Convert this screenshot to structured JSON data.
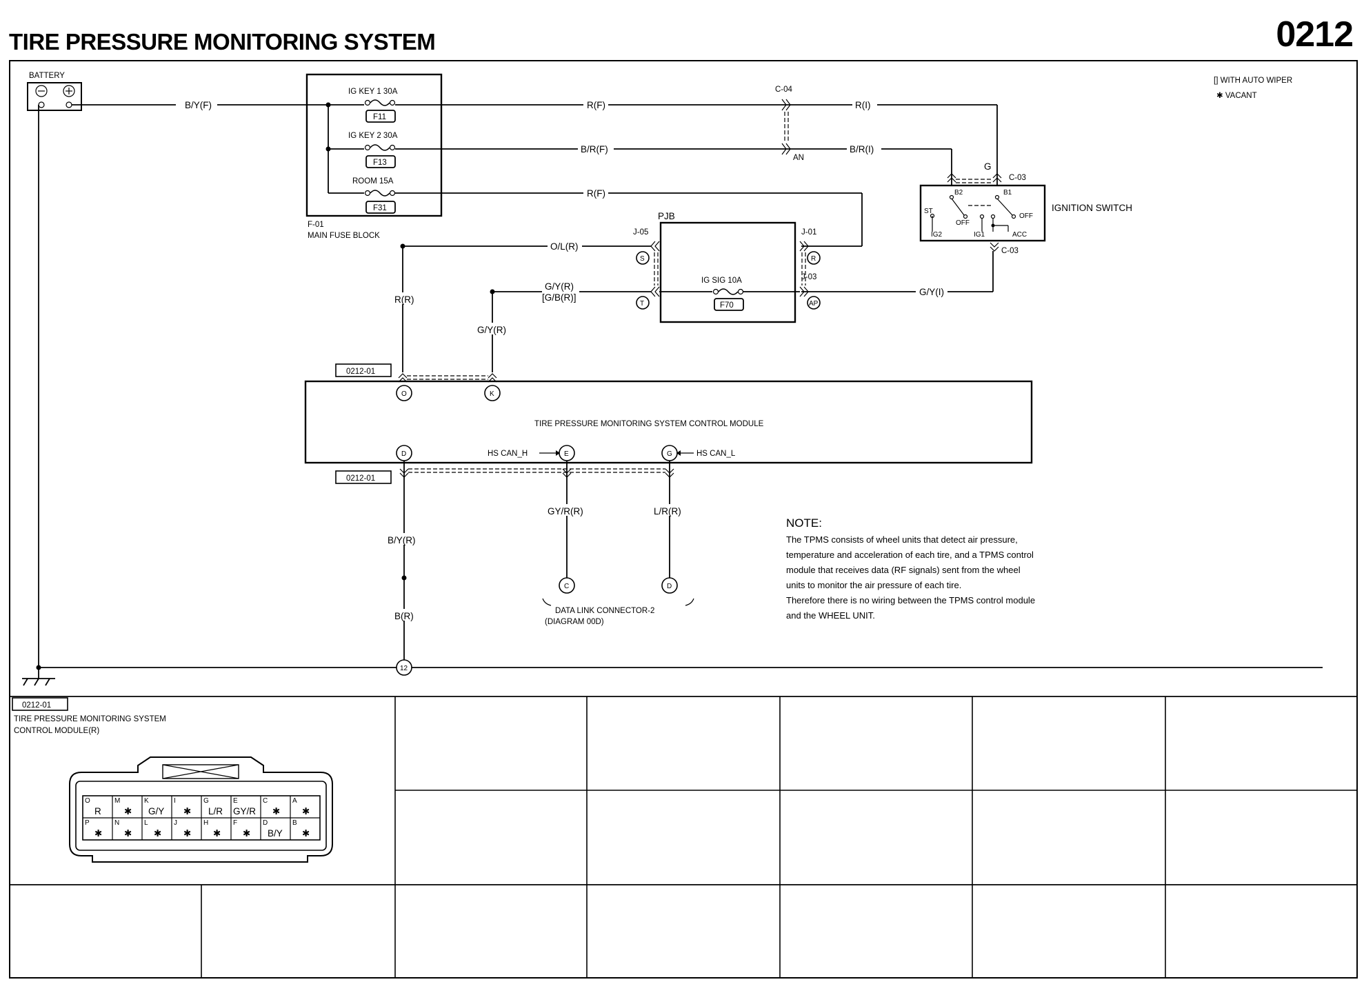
{
  "page": {
    "title": "TIRE PRESSURE MONITORING SYSTEM",
    "number": "0212"
  },
  "legend": {
    "auto_wiper": "[] WITH AUTO WIPER",
    "vacant": "✱ VACANT"
  },
  "battery": {
    "label": "BATTERY",
    "neg": "⊖",
    "pos": "⊕"
  },
  "main_fuse_block": {
    "id": "F-01",
    "name": "MAIN FUSE BLOCK",
    "fuses": [
      {
        "label": "IG KEY 1 30A",
        "id": "F11"
      },
      {
        "label": "IG KEY 2 30A",
        "id": "F13"
      },
      {
        "label": "ROOM 15A",
        "id": "F31"
      }
    ]
  },
  "wires": {
    "battery_feed": "B/Y(F)",
    "ig_key1_out": "R(F)",
    "ig_key2_out": "B/R(F)",
    "room_out": "R(F)",
    "c04_r": "R(I)",
    "c04_br": "B/R(I)",
    "ol_r": "O/L(R)",
    "gy_r": "G/Y(R)",
    "gy_r_alt": "[G/B(R)]",
    "r_r": "R(R)",
    "gy_r_down": "G/Y(R)",
    "gy_i": "G/Y(I)",
    "by_r": "B/Y(R)",
    "b_r": "B(R)",
    "gyr_r": "GY/R(R)",
    "lr_r": "L/R(R)"
  },
  "connectors": {
    "c04": "C-04",
    "an": "AN",
    "g": "G",
    "c03_top": "C-03",
    "c03_bottom": "C-03",
    "j05": "J-05",
    "j01": "J-01",
    "j03": "J-03",
    "module_top": "0212-01",
    "module_bottom": "0212-01"
  },
  "ignition_switch": {
    "label": "IGNITION SWITCH",
    "b2": "B2",
    "b1": "B1",
    "st": "ST",
    "off1": "OFF",
    "off2": "OFF",
    "ig2": "IG2",
    "ig1": "IG1",
    "acc": "ACC"
  },
  "pjb": {
    "label": "PJB",
    "fuse_label": "IG SIG 10A",
    "fuse_id": "F70",
    "pins": {
      "s": "S",
      "t": "T",
      "r": "R",
      "ap": "AP"
    }
  },
  "module": {
    "name": "TIRE PRESSURE MONITORING SYSTEM CONTROL MODULE",
    "pins": {
      "o": "O",
      "k": "K",
      "d": "D",
      "e": "E",
      "g": "G"
    },
    "can_h": "HS CAN_H",
    "can_l": "HS CAN_L"
  },
  "dlc": {
    "pin_c": "C",
    "pin_d": "D",
    "label": "DATA LINK CONNECTOR-2",
    "diagram": "(DIAGRAM 00D)"
  },
  "ground": {
    "pin": "12"
  },
  "note": {
    "title": "NOTE:",
    "lines": [
      "The TPMS consists of wheel units that detect air pressure,",
      "temperature and acceleration of each tire, and a TPMS control",
      "module that receives data (RF signals) sent from the wheel",
      "units to monitor the air pressure of each tire.",
      "Therefore there is no wiring between the TPMS control module",
      "and the WHEEL UNIT."
    ]
  },
  "connector_view": {
    "tag": "0212-01",
    "title_line1": "TIRE PRESSURE MONITORING SYSTEM",
    "title_line2": "CONTROL MODULE(R)",
    "top_row": [
      {
        "pin": "O",
        "wire": "R"
      },
      {
        "pin": "M",
        "wire": "✱"
      },
      {
        "pin": "K",
        "wire": "G/Y"
      },
      {
        "pin": "I",
        "wire": "✱"
      },
      {
        "pin": "G",
        "wire": "L/R"
      },
      {
        "pin": "E",
        "wire": "GY/R"
      },
      {
        "pin": "C",
        "wire": "✱"
      },
      {
        "pin": "A",
        "wire": "✱"
      }
    ],
    "bottom_row": [
      {
        "pin": "P",
        "wire": "✱"
      },
      {
        "pin": "N",
        "wire": "✱"
      },
      {
        "pin": "L",
        "wire": "✱"
      },
      {
        "pin": "J",
        "wire": "✱"
      },
      {
        "pin": "H",
        "wire": "✱"
      },
      {
        "pin": "F",
        "wire": "✱"
      },
      {
        "pin": "D",
        "wire": "B/Y"
      },
      {
        "pin": "B",
        "wire": "✱"
      }
    ]
  }
}
